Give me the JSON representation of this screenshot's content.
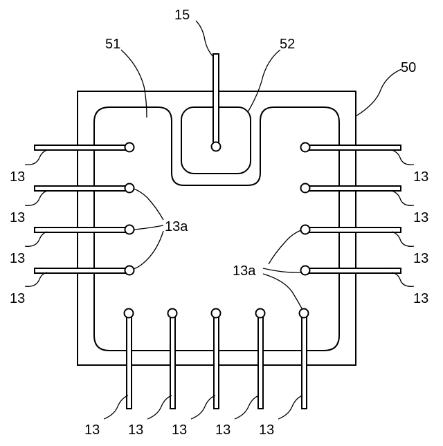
{
  "labels": {
    "package": "50",
    "die_pad": "51",
    "recess": "52",
    "center_lead": "15",
    "lead": "13",
    "lead_end": "13a"
  }
}
